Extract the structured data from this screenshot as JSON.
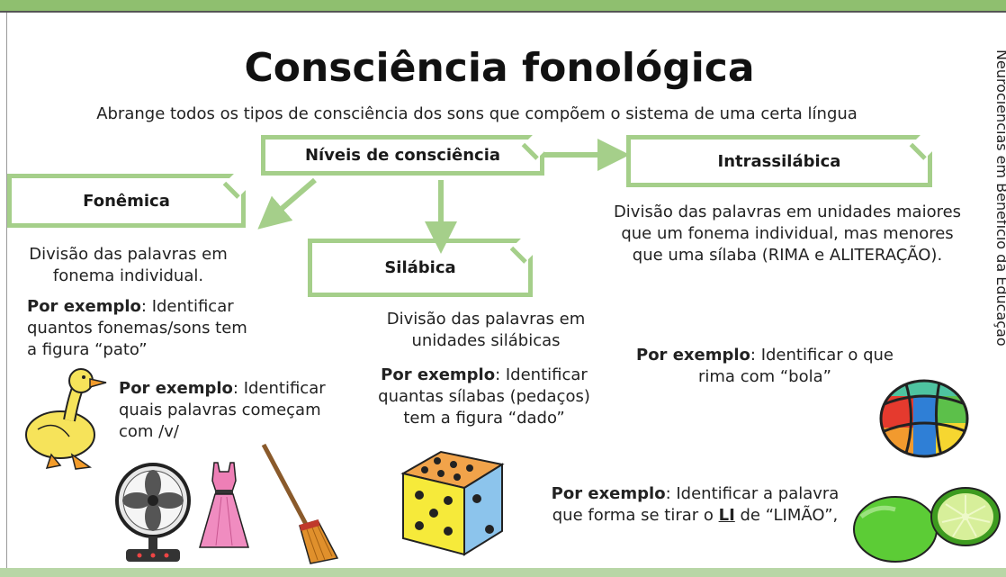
{
  "header": {
    "title": "Consciência fonológica",
    "subtitle": "Abrange todos os tipos de consciência dos sons que compõem o sistema de uma certa língua",
    "side_credit": "Neurociências em Benefício da Educação"
  },
  "boxes": {
    "niveis": "Níveis de consciência",
    "fonemica": "Fonêmica",
    "silabica": "Silábica",
    "intrassilabica": "Intrassilábica"
  },
  "fonemica": {
    "description": "Divisão das palavras em fonema individual.",
    "example1_bold": "Por exemplo",
    "example1_text": ": Identificar quantos fonemas/sons tem a figura “pato”",
    "example2_bold": "Por exemplo",
    "example2_text": ": Identificar quais palavras começam com /v/"
  },
  "silabica": {
    "description": "Divisão das palavras em unidades silábicas",
    "example_bold": "Por exemplo",
    "example_text": ": Identificar quantas sílabas (pedaços) tem a figura “dado”"
  },
  "intrassilabica": {
    "description": "Divisão das palavras em unidades maiores que um fonema individual,  mas menores que uma sílaba (RIMA e ALITERAÇÃO).",
    "example1_bold": "Por exemplo",
    "example1_text": ": Identificar o que rima com “bola”",
    "example2_bold": "Por exemplo",
    "example2_pre": ": Identificar a palavra que forma se tirar o ",
    "example2_li": "LI",
    "example2_post": " de “LIMÃO”,"
  },
  "colors": {
    "accent_green": "#a5cf8a",
    "top_bar": "#8fbf6f"
  },
  "icons": [
    "duck-icon",
    "fan-icon",
    "dress-icon",
    "broom-icon",
    "dice-icon",
    "ball-icon",
    "lime-icon"
  ]
}
